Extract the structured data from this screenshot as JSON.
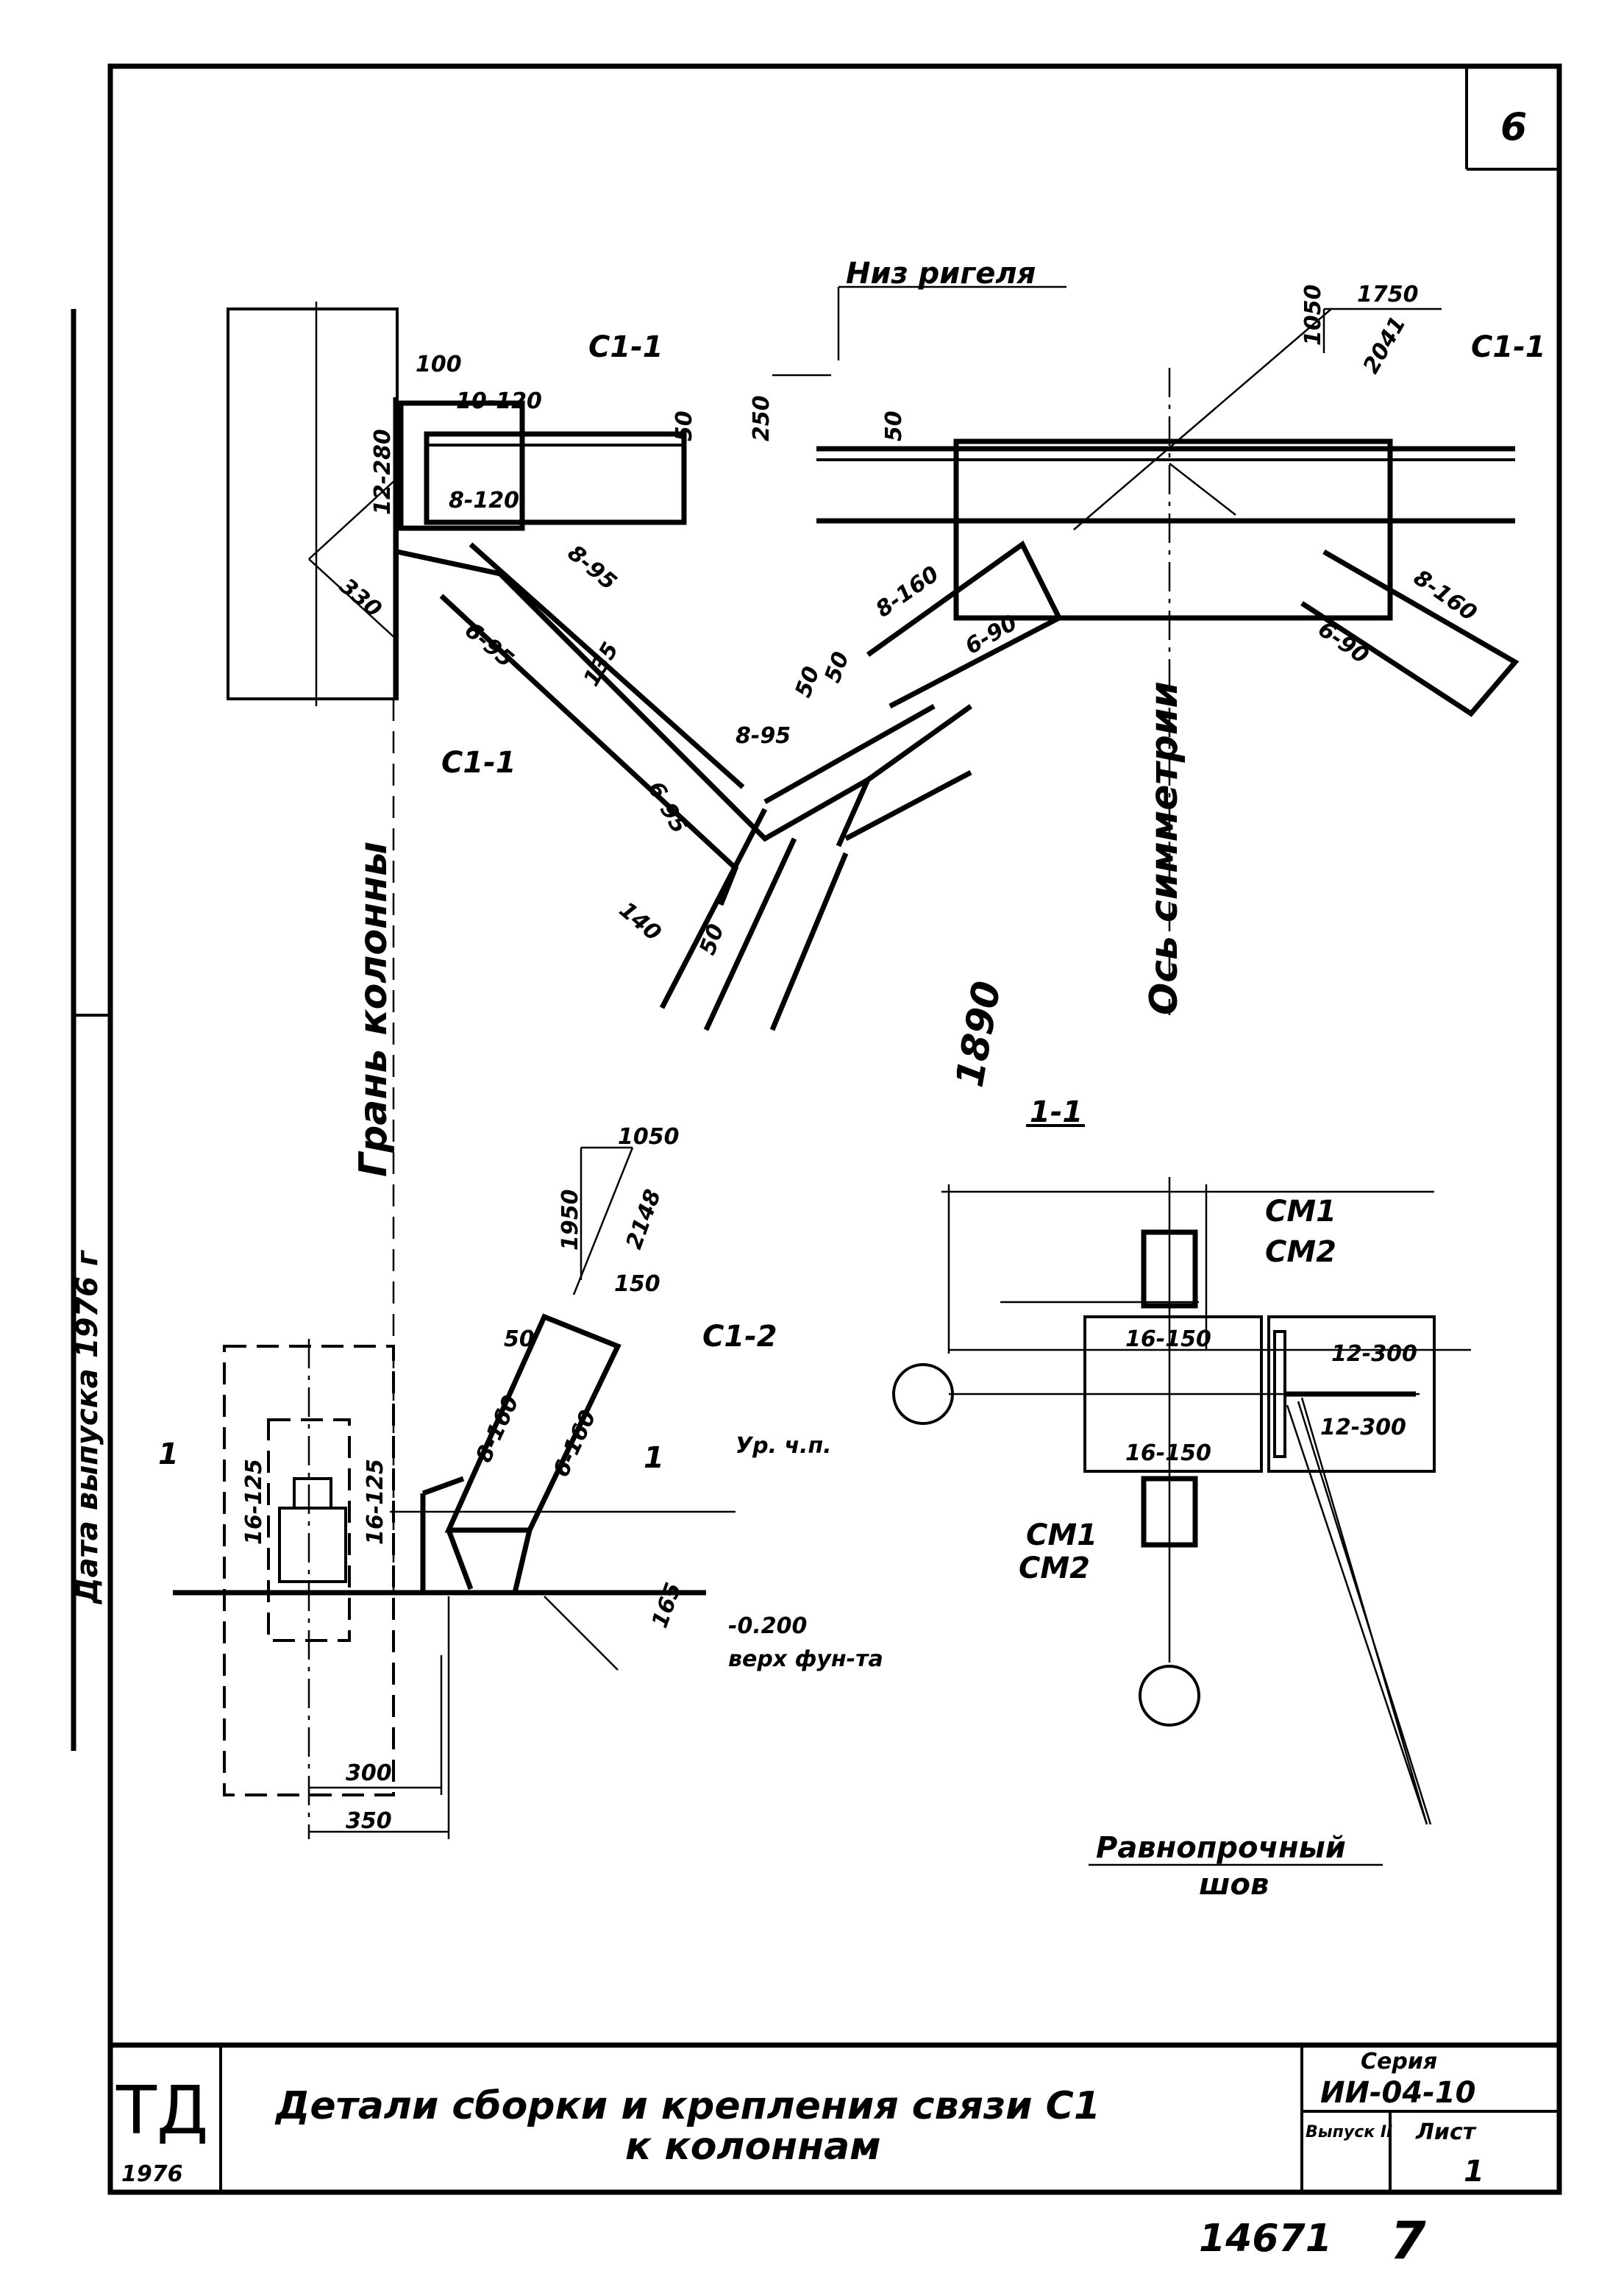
{
  "sheet_number": "6",
  "side_stamp": "Дата выпуска 1976 г",
  "top_detail": {
    "level_label": "Низ ригеля",
    "brace_label_1": "C1-1",
    "brace_label_2": "C1-1",
    "brace_label_3": "C1-1",
    "dims": {
      "d100": "100",
      "weld_10_120": "10-120",
      "weld_12_280": "12-280",
      "weld_8_120": "8-120",
      "weld_8_95a": "8-95",
      "d330": "330",
      "weld_6_95a": "6-95",
      "d135": "135",
      "weld_8_95b": "8-95",
      "weld_6_95b": "6-95",
      "d140": "140",
      "d50a": "50",
      "d50b": "50",
      "d50c": "50",
      "d50d": "50",
      "d250": "250",
      "slope_1750": "1750",
      "slope_1050": "1050",
      "slope_2041": "2041",
      "weld_8_160a": "8-160",
      "d50e": "50",
      "weld_6_90a": "6-90",
      "weld_8_160b": "8-160",
      "weld_6_90b": "6-90"
    },
    "axis_label": "Ось симметрии",
    "column_face_label": "Грань колонны",
    "d1890": "1890"
  },
  "bottom_left_detail": {
    "slope_1050": "1050",
    "slope_1950": "1950",
    "slope_2148": "2148",
    "d150": "150",
    "d50": "50",
    "brace_label": "C1-2",
    "weld_8_160": "8-160",
    "weld_6_160": "6-160",
    "weld_16_125a": "16-125",
    "weld_16_125b": "16-125",
    "section_mark_a": "1",
    "section_mark_b": "1",
    "floor_level": "Ур. ч.п.",
    "d165": "165",
    "foundation_level": "-0.200",
    "foundation_label": "верх фун-та",
    "d300": "300",
    "d350": "350"
  },
  "section_1_1": {
    "title": "1-1",
    "cm_top_1": "CM1",
    "cm_top_2": "CM2",
    "weld_16_150a": "16-150",
    "weld_12_300a": "12-300",
    "weld_12_300b": "12-300",
    "weld_16_150b": "16-150",
    "cm_bot_1": "CM1",
    "cm_bot_2": "CM2",
    "weld_note_1": "Равнопрочный",
    "weld_note_2": "шов"
  },
  "title_block": {
    "logo": "ТД",
    "year": "1976",
    "title_line1": "Детали сборки и крепления связи C1",
    "title_line2": "к колоннам",
    "series_label": "Серия",
    "series_value": "ИИ-04-10",
    "issue_label": "Выпуск II",
    "sheet_label": "Лист",
    "sheet_value": "1"
  },
  "footer": {
    "doc_number": "14671",
    "page": "7"
  }
}
